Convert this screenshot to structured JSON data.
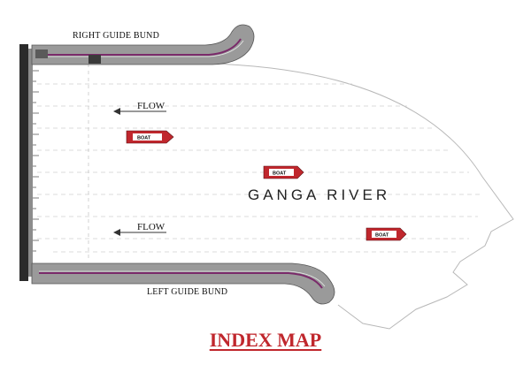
{
  "labels": {
    "right_guide_bund": "RIGHT GUIDE BUND",
    "left_guide_bund": "LEFT GUIDE BUND",
    "river": "GANGA RIVER",
    "flow": [
      "FLOW",
      "FLOW"
    ],
    "boats": [
      "BOAT",
      "BOAT",
      "BOAT"
    ]
  },
  "title": "INDEX MAP",
  "colors": {
    "title": "#c0272d",
    "boat_fill": "#c0272d",
    "boat_label_bg": "#ffffff",
    "bund": "#8c8c8c",
    "bund_line": "#7a2a6a",
    "bank_line": "#b8b8b8",
    "dash_line": "#d0d0d0"
  },
  "icons": [
    "flow-arrow-icon",
    "boat-icon"
  ]
}
